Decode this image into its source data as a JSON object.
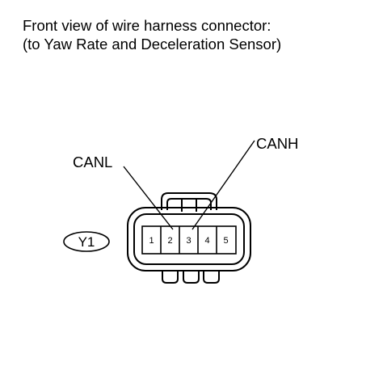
{
  "title": {
    "line1": "Front view of wire harness connector:",
    "line2": "(to Yaw Rate and Deceleration Sensor)"
  },
  "connector": {
    "id": "Y1",
    "pins": [
      "1",
      "2",
      "3",
      "4",
      "5"
    ]
  },
  "leads": {
    "canl": "CANL",
    "canh": "CANH"
  },
  "colors": {
    "line": "#000000",
    "background": "#ffffff"
  }
}
